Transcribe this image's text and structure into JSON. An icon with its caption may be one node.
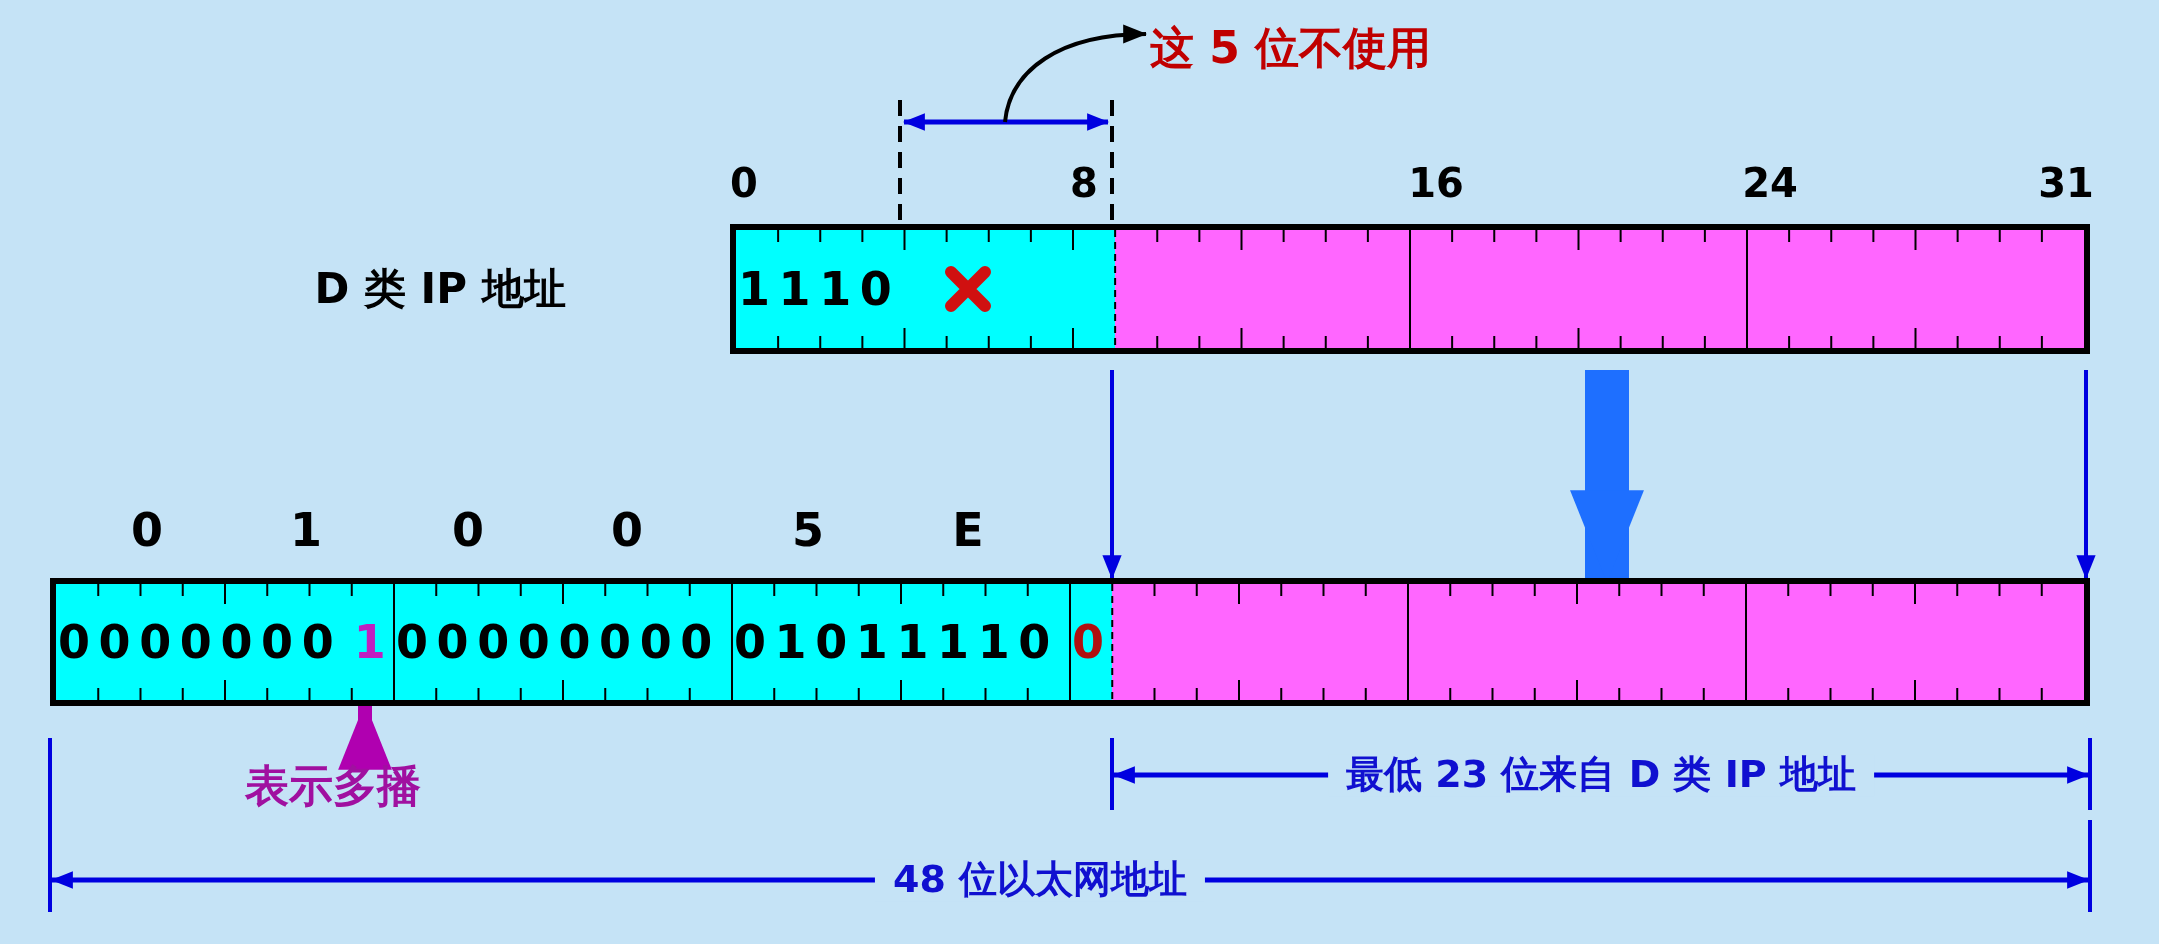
{
  "diagram": {
    "nodes": [
      {
        "text": [
          "1110"
        ],
        "beside": [
          "D 类 IP 地址"
        ]
      },
      {
        "text": [
          "0000000",
          "1",
          "00000000",
          "01011110",
          "0"
        ]
      },
      {
        "text": [
          "表示多播"
        ]
      },
      {
        "text": [
          "这 5 位不使用"
        ]
      }
    ],
    "edges": [
      {
        "from": 0,
        "to": 1,
        "arrow": "to"
      },
      {
        "from": 0,
        "to": 1,
        "arrow": "to",
        "style": "thick",
        "color": "#1e6fff"
      },
      {
        "from": 0,
        "to": 1,
        "arrow": "to"
      },
      {
        "from": 2,
        "to": 1,
        "arrow": "to",
        "style": "thick",
        "color": "#b000b0"
      },
      {
        "from": null,
        "to": 3,
        "arrow": "to",
        "color": "#000000"
      }
    ],
    "labels": [
      "0",
      "8",
      "16",
      "24",
      "31",
      "0",
      "1",
      "0",
      "0",
      "5",
      "E",
      "最低 23 位来自 D 类 IP 地址",
      "48 位以太网地址"
    ]
  }
}
